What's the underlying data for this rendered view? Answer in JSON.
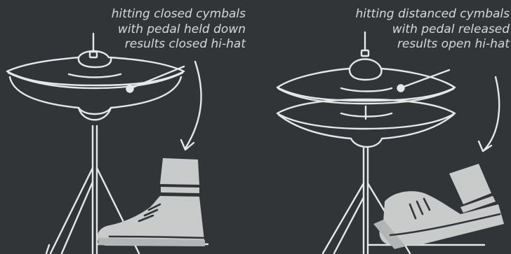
{
  "panels": [
    {
      "id": "closed",
      "caption": [
        "hitting closed cymbals",
        "with pedal held down",
        "results closed hi-hat"
      ]
    },
    {
      "id": "open",
      "caption": [
        "hitting distanced cymbals",
        "with pedal released",
        "results open hi-hat"
      ]
    }
  ],
  "colors": {
    "background": "#323538",
    "line": "#e6e8e8",
    "shoe": "#c9cbcb",
    "text": "#d6d8d8"
  }
}
